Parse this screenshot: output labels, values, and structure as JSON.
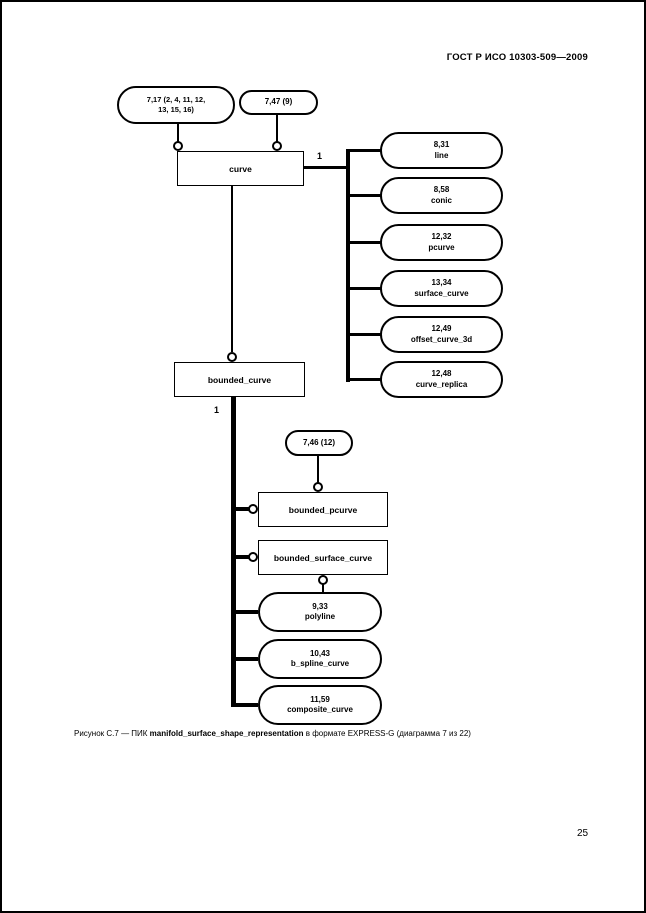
{
  "page": {
    "header": "ГОСТ Р ИСО 10303-509—2009",
    "page_number": "25",
    "caption": {
      "prefix": "Рисунок С.7 — ПИК ",
      "bold": "manifold_surface_shape_representation",
      "suffix": " в формате EXPRESS-G (диаграмма 7 из 22)"
    }
  },
  "diagram": {
    "type": "express-g",
    "top_ref_ovals": {
      "curve_pages": {
        "line1": "7,17 (2, 4, 11, 12,",
        "line2": "13, 15, 16)"
      },
      "curve_pages2": {
        "label": "7,47 (9)"
      }
    },
    "entities": {
      "curve": "curve",
      "bounded_curve": "bounded_curve",
      "bounded_pcurve": "bounded_pcurve",
      "bounded_surface_curve": "bounded_surface_curve"
    },
    "cardinality": {
      "curve_subtype_count": "1",
      "bounded_subtype_count": "1"
    },
    "curve_subtypes": [
      {
        "ref": "8,31",
        "name": "line"
      },
      {
        "ref": "8,58",
        "name": "conic"
      },
      {
        "ref": "12,32",
        "name": "pcurve"
      },
      {
        "ref": "13,34",
        "name": "surface_curve"
      },
      {
        "ref": "12,49",
        "name": "offset_curve_3d"
      },
      {
        "ref": "12,48",
        "name": "curve_replica"
      }
    ],
    "bounded_ref_oval": "7,46 (12)",
    "bounded_subtypes": [
      {
        "ref": "9,33",
        "name": "polyline"
      },
      {
        "ref": "10,43",
        "name": "b_spline_curve"
      },
      {
        "ref": "11,59",
        "name": "composite_curve"
      }
    ]
  }
}
